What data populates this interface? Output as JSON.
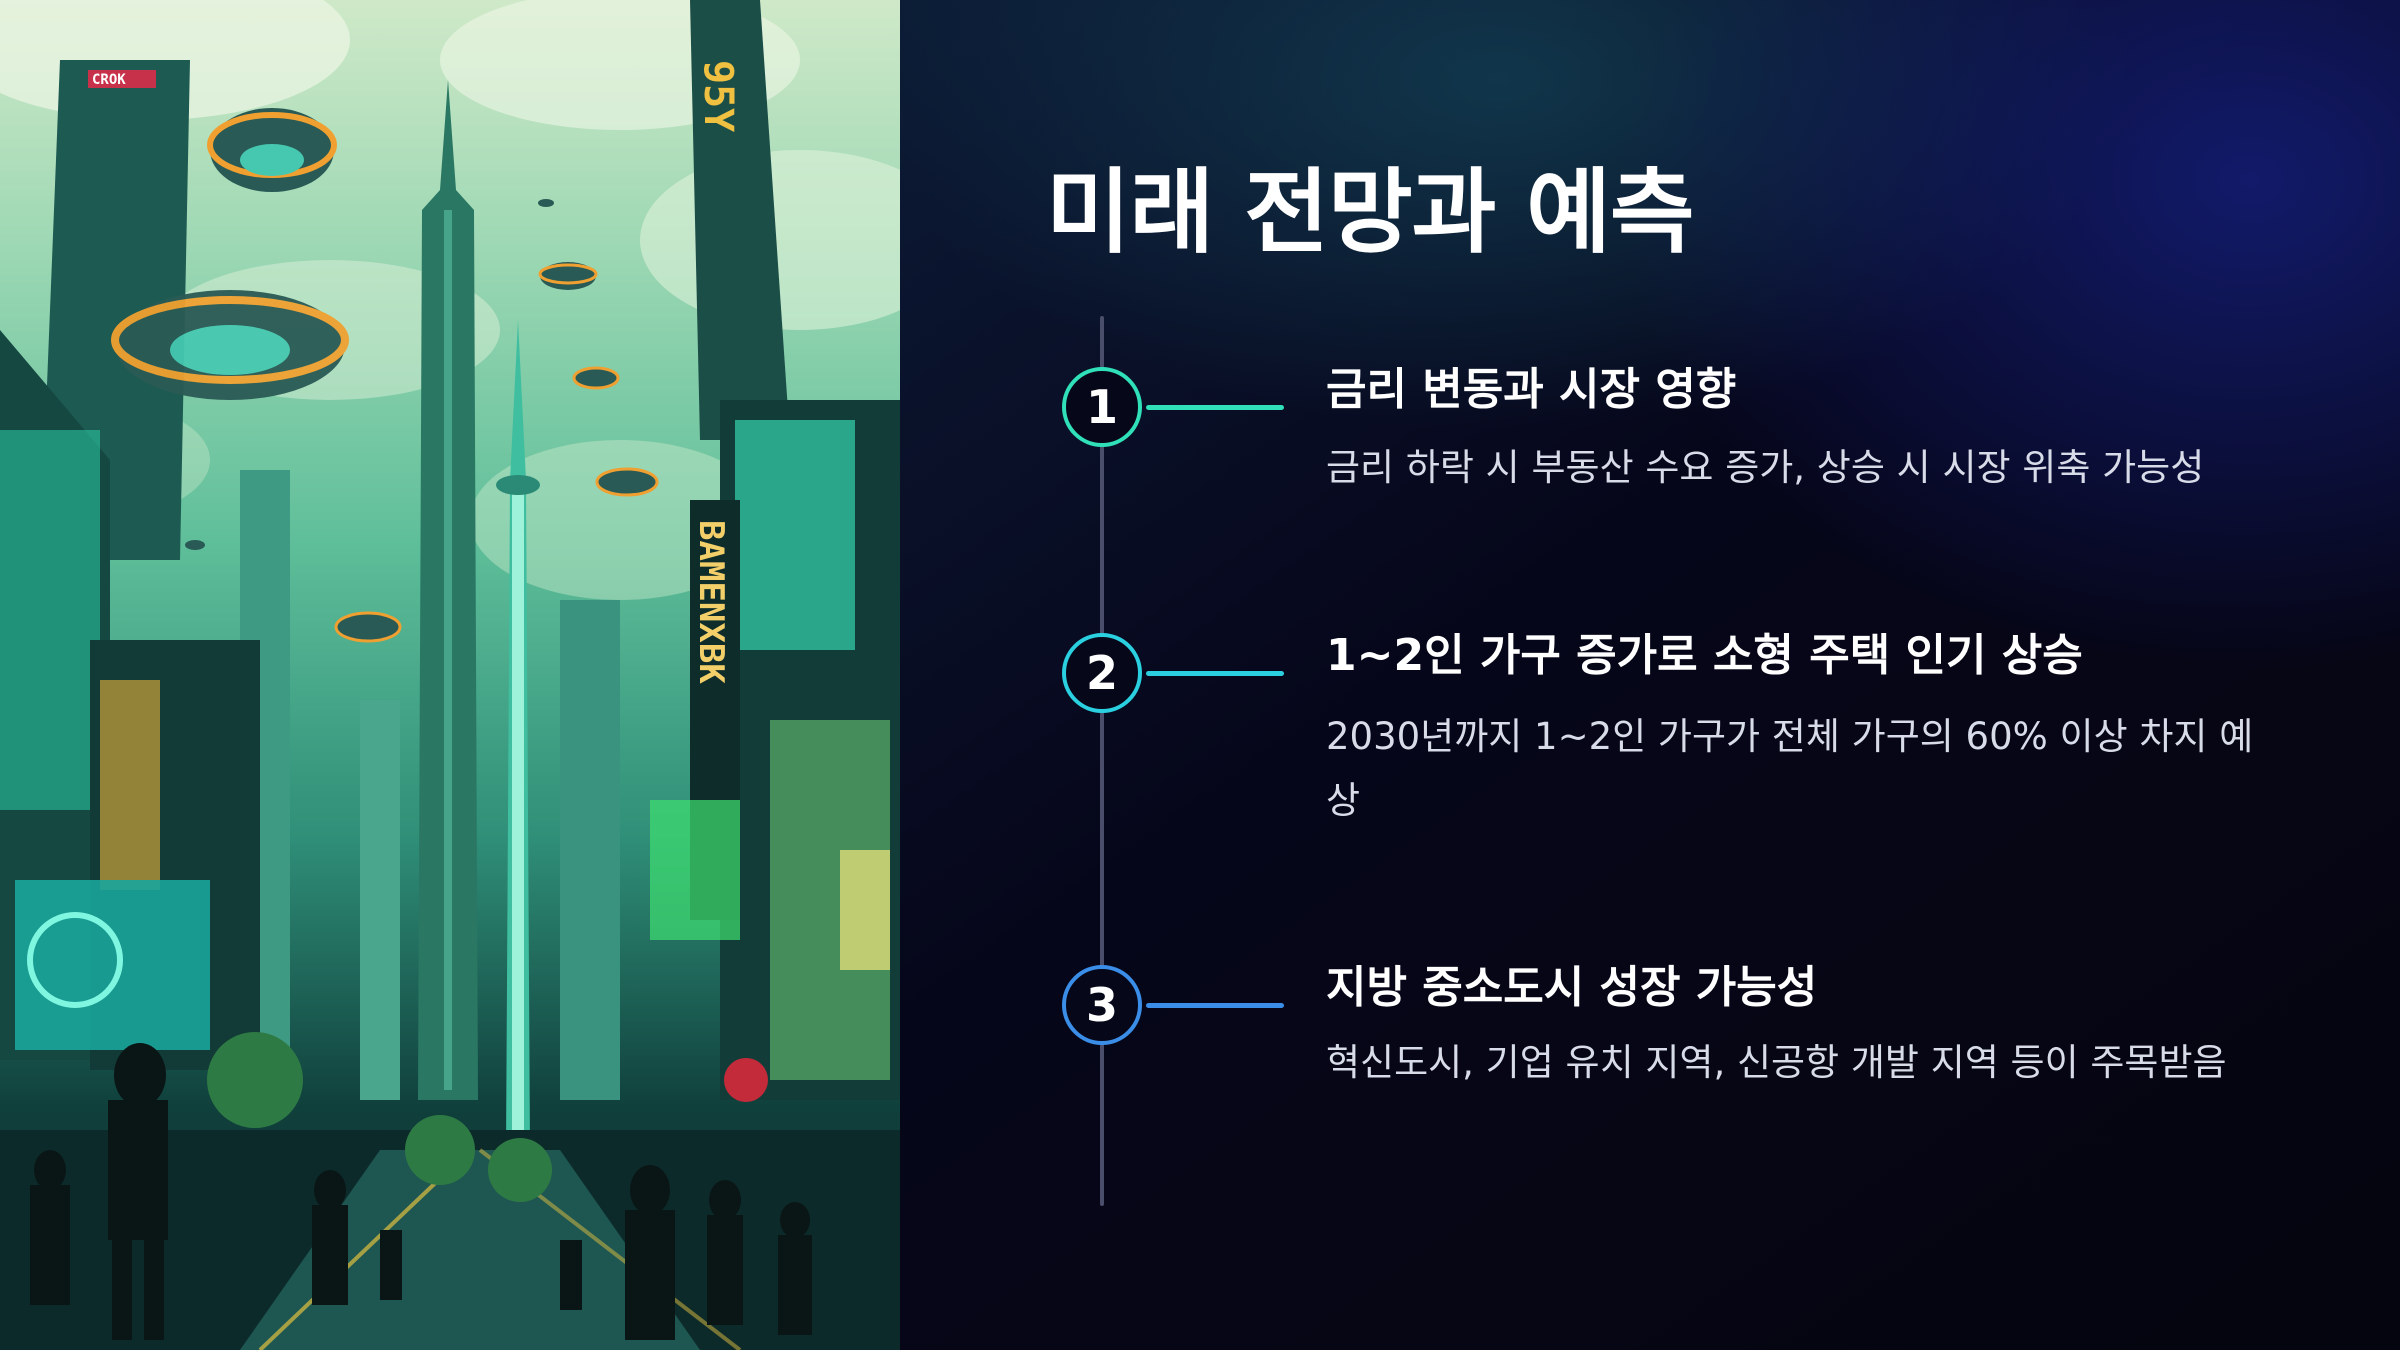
{
  "slide": {
    "title": "미래 전망과 예측",
    "colors": {
      "accent_1": "#2fe0b8",
      "accent_2": "#2ad0e0",
      "accent_3": "#3a8ee8"
    },
    "steps": [
      {
        "number": "1",
        "heading": "금리 변동과 시장 영향",
        "description": "금리 하락 시 부동산 수요 증가, 상승 시 시장 위축 가능성"
      },
      {
        "number": "2",
        "heading": "1~2인 가구 증가로 소형 주택 인기 상승",
        "description": "2030년까지 1~2인 가구가 전체 가구의 60% 이상 차지 예상"
      },
      {
        "number": "3",
        "heading": "지방 중소도시 성장 가능성",
        "description": "혁신도시, 기업 유치 지역, 신공항 개발 지역 등이 주목받음"
      }
    ]
  },
  "illustration": {
    "signs": [
      "CROK",
      "95Y",
      "BAMENXBK"
    ]
  }
}
